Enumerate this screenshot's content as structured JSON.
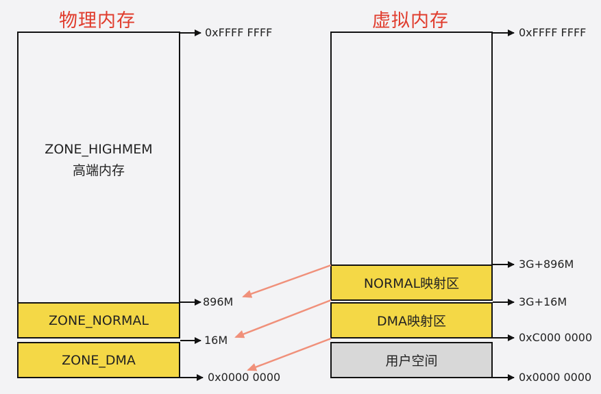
{
  "physical": {
    "title": "物理内存",
    "highmem": {
      "name": "ZONE_HIGHMEM",
      "desc": "高端内存"
    },
    "normal": "ZONE_NORMAL",
    "dma": "ZONE_DMA",
    "addresses": {
      "top": "0xFFFF FFFF",
      "normal_top": "896M",
      "dma_top": "16M",
      "bottom": "0x0000 0000"
    }
  },
  "virtual": {
    "title": "虚拟内存",
    "normal_map": "NORMAL映射区",
    "dma_map": "DMA映射区",
    "user_space": "用户空间",
    "addresses": {
      "top": "0xFFFF FFFF",
      "normal_top": "3G+896M",
      "dma_top": "3G+16M",
      "kernel_start": "0xC000 0000",
      "bottom": "0x0000 0000"
    }
  },
  "colors": {
    "title": "#e03c2d",
    "zone_fill": "#f4d846",
    "user_fill": "#d8d8d8",
    "mapping_arrow": "#f0907a",
    "border": "#111111"
  }
}
